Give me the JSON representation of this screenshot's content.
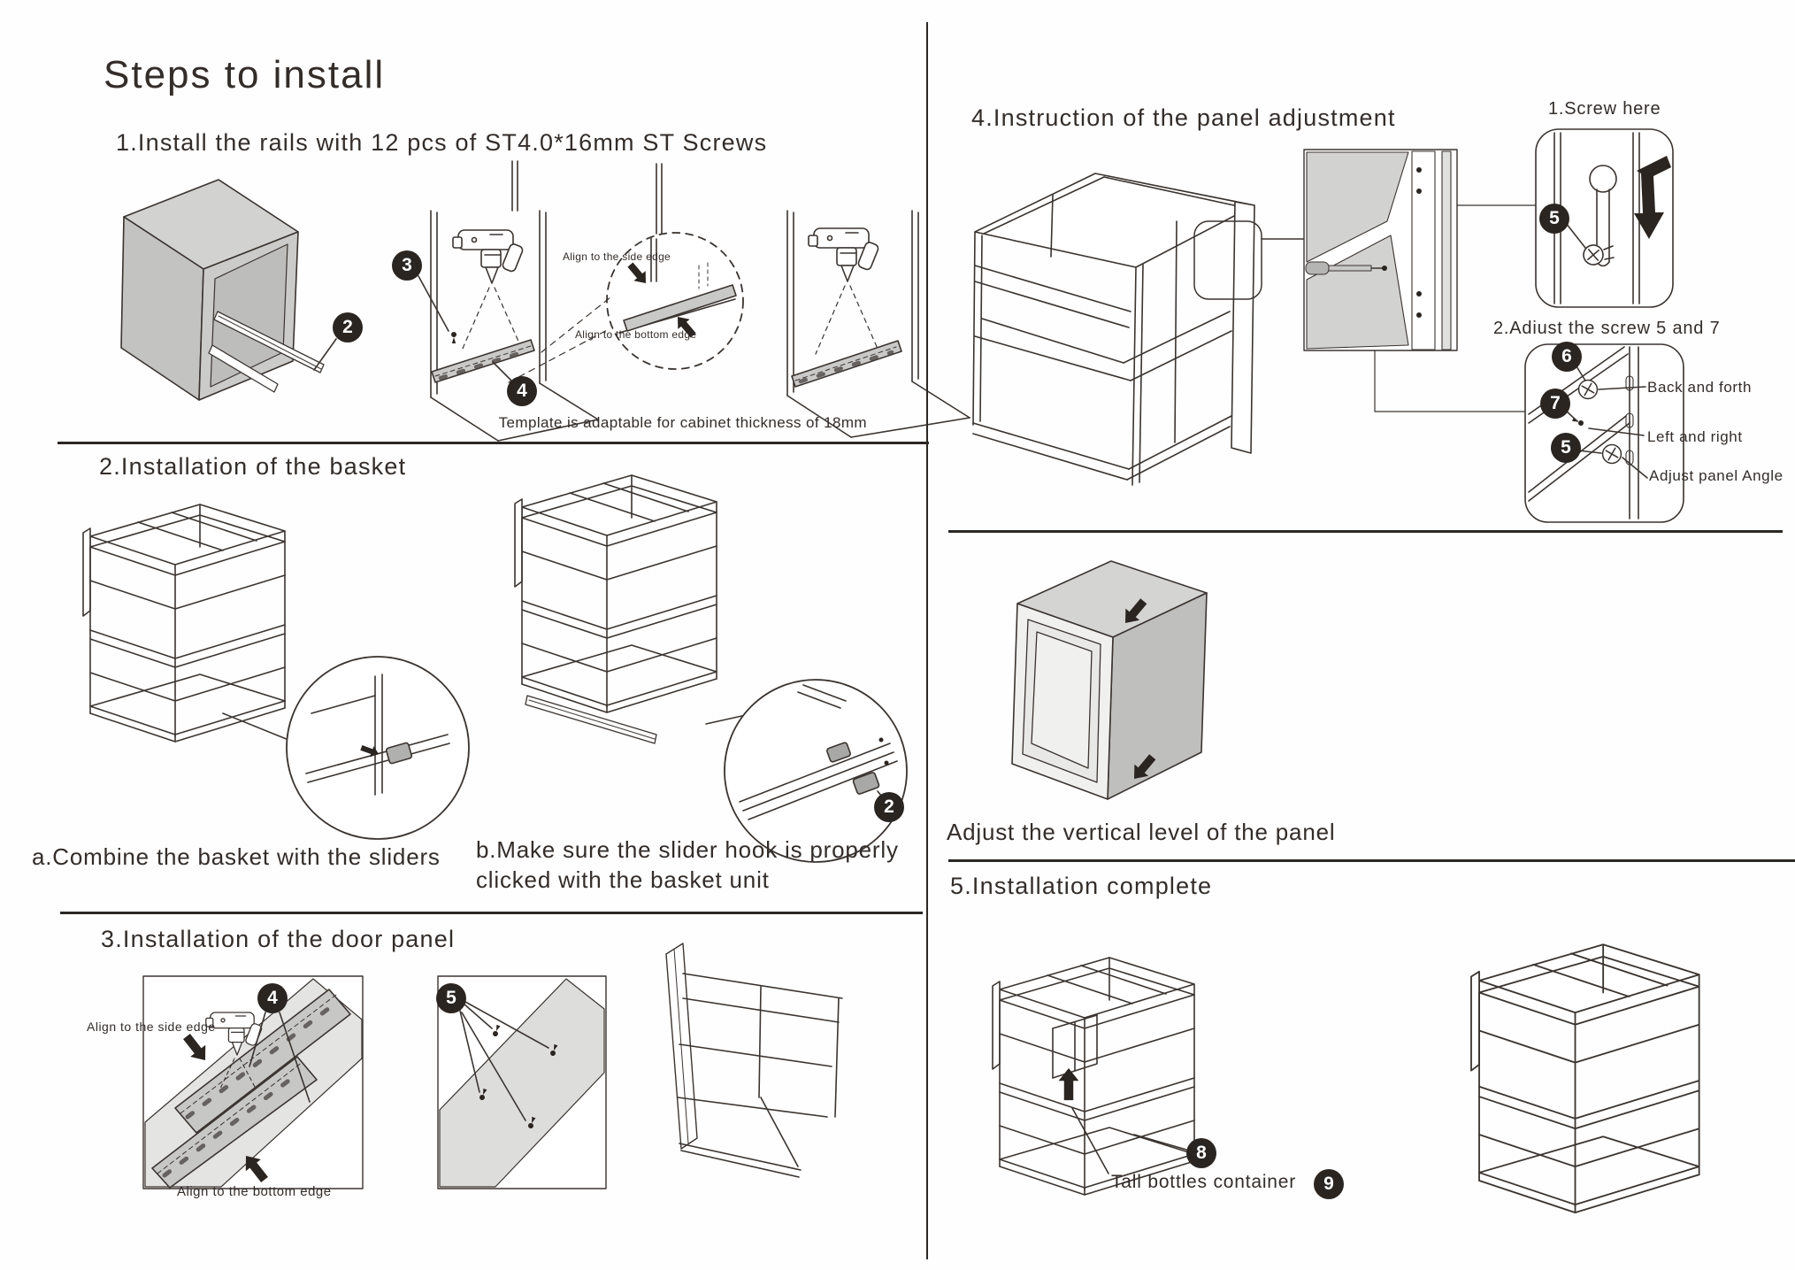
{
  "title": "Steps to install",
  "steps": {
    "s1": {
      "heading": "1.Install the rails with 12 pcs of ST4.0*16mm ST Screws",
      "align_side": "Align to the side edge",
      "align_bottom": "Align to the bottom edge",
      "note": "Template is adaptable for cabinet thickness of 18mm"
    },
    "s2": {
      "heading": "2.Installation of the basket",
      "caption_a": "a.Combine the basket with the sliders",
      "caption_b1": "b.Make sure the slider hook is properly",
      "caption_b2": "clicked with the basket unit"
    },
    "s3": {
      "heading": "3.Installation of the door panel",
      "align_side": "Align to the side edge",
      "align_bottom": "Align to the bottom edge"
    },
    "s4": {
      "heading": "4.Instruction of the panel adjustment",
      "sub_screw_here": "1.Screw here",
      "sub_adjust": "2.Adiust the screw 5 and 7",
      "label_back_forth": "Back and forth",
      "label_left_right": "Left and right",
      "label_angle": "Adjust panel Angle",
      "caption_vertical": "Adjust the vertical level of the panel"
    },
    "s5": {
      "heading": "5.Installation complete",
      "label_container": "Tall bottles container"
    }
  },
  "badges": {
    "step1_rail": "2",
    "step1_screw": "3",
    "step1_template": "4",
    "step2_hook": "2",
    "step3_template": "4",
    "step3_screws": "5",
    "screw_here": "5",
    "adjust_back_forth": "6",
    "adjust_left_right": "7",
    "adjust_angle": "5",
    "complete_base": "8",
    "complete_container": "9"
  }
}
